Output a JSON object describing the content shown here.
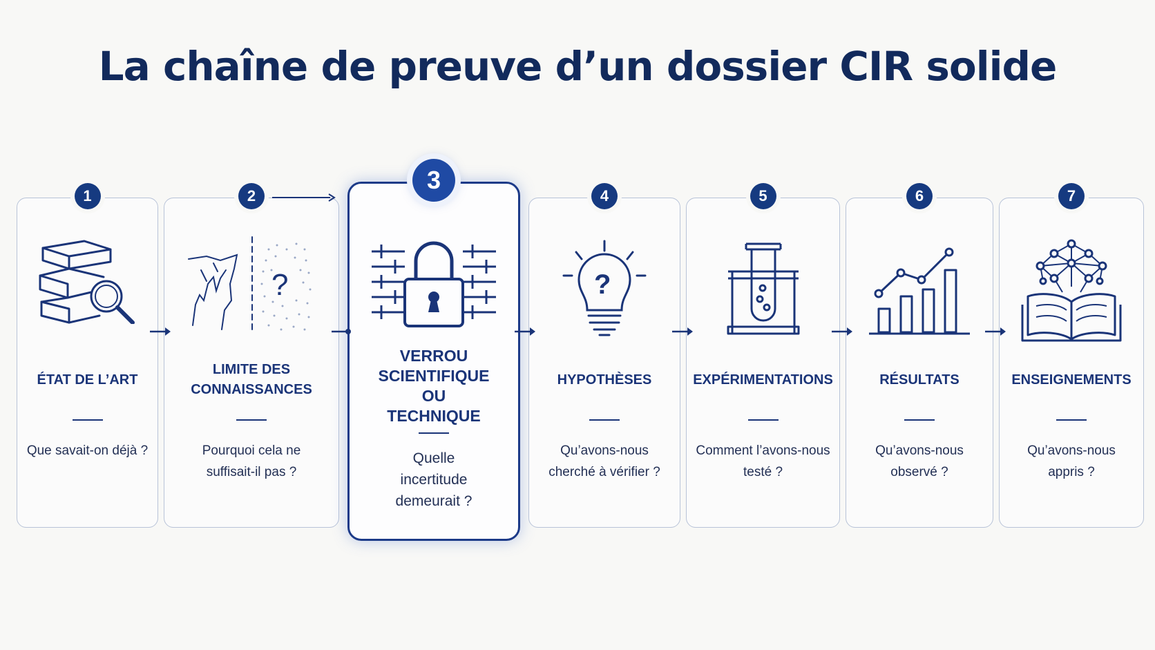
{
  "title": "La chaîne de preuve d’un dossier CIR solide",
  "colors": {
    "primary": "#1c3a88",
    "badge": "#163a80",
    "border": "#b8c3d8",
    "background": "#f8f8f6"
  },
  "steps": [
    {
      "number": "1",
      "icon": "books-magnifier-icon",
      "label": "ÉTAT DE L’ART",
      "question": "Que savait-on déjà ?"
    },
    {
      "number": "2",
      "icon": "cliff-unknown-icon",
      "label": "LIMITE DES CONNAISSANCES",
      "question": "Pourquoi cela ne suffisait-il pas ?"
    },
    {
      "number": "3",
      "icon": "padlock-wall-icon",
      "label": "VERROU SCIENTIFIQUE OU TECHNIQUE",
      "question": "Quelle incertitude demeurait ?"
    },
    {
      "number": "4",
      "icon": "lightbulb-question-icon",
      "label": "HYPOTHÈSES",
      "question": "Qu’avons-nous cherché à vérifier ?"
    },
    {
      "number": "5",
      "icon": "test-tube-icon",
      "label": "EXPÉRIMENTATIONS",
      "question": "Comment l’avons-nous testé ?"
    },
    {
      "number": "6",
      "icon": "bar-chart-icon",
      "label": "RÉSULTATS",
      "question": "Qu’avons-nous observé ?"
    },
    {
      "number": "7",
      "icon": "open-book-network-icon",
      "label": "ENSEIGNEMENTS",
      "question": "Qu’avons-nous appris ?"
    }
  ]
}
